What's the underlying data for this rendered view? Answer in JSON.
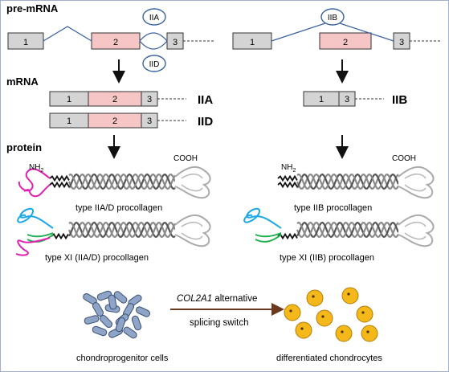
{
  "sections": {
    "pre_mrna": "pre-mRNA",
    "mrna": "mRNA",
    "protein": "protein"
  },
  "exons": {
    "e1": "1",
    "e2": "2",
    "e3": "3"
  },
  "splice_labels": {
    "iia": "IIA",
    "iid": "IID",
    "iib": "IIB"
  },
  "mrna_labels": {
    "iia": "IIA",
    "iid": "IID",
    "iib": "IIB"
  },
  "termini": {
    "nh2": "NH2",
    "cooh": "COOH"
  },
  "proteins": {
    "left_top": "type IIA/D procollagen",
    "left_bottom": "type XI (IIA/D) procollagen",
    "right_top": "type IIB procollagen",
    "right_bottom": "type XI (IIB) procollagen"
  },
  "bottom": {
    "gene": "COL2A1",
    "switch_line1": "alternative",
    "switch_line2": "splicing switch",
    "left_cells": "chondroprogenitor cells",
    "right_cells": "differentiated chondrocytes"
  },
  "colors": {
    "exon_gray": "#d4d4d4",
    "exon_pink": "#f6c6c6",
    "bubble_stroke": "#3b62a0",
    "arrow_brown": "#6b3a1e",
    "chondrocyte": "#f5b81a",
    "progenitor": "#8ea5c8",
    "propeptide_magenta": "#e020b0",
    "propeptide_cyan": "#1aa8e6",
    "propeptide_green": "#20b050"
  },
  "icons": [
    "down-arrow-icon",
    "right-arrow-icon",
    "collagen-helix-icon",
    "cell-icon"
  ]
}
